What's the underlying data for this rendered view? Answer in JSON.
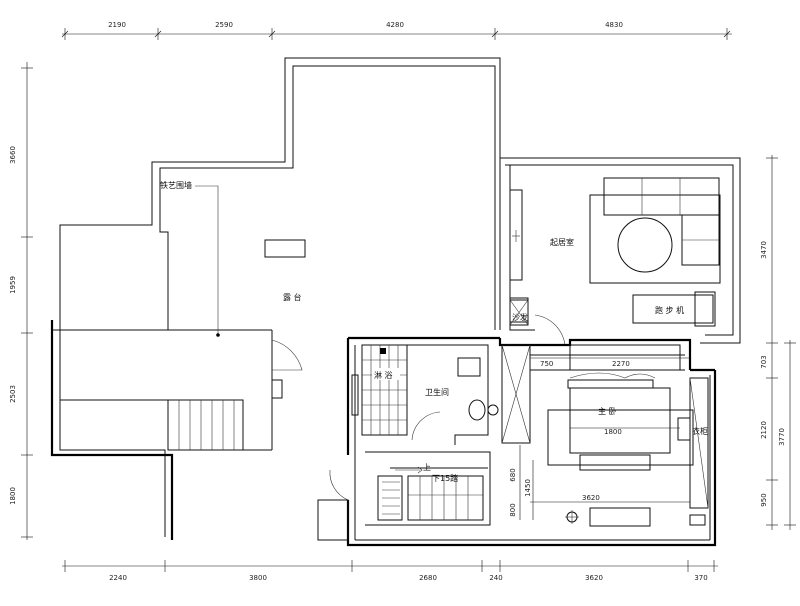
{
  "dimensions": {
    "top": [
      "2190",
      "2590",
      "4280",
      "4830"
    ],
    "bottom": [
      "2240",
      "3800",
      "2680",
      "240",
      "3620",
      "370"
    ],
    "left": [
      "3660",
      "1959",
      "2503",
      "1800"
    ],
    "right_inner": [
      "3470",
      "703",
      "2120",
      "950"
    ],
    "right_outer": "3770",
    "interior": [
      "750",
      "2270",
      "1800",
      "680",
      "1450",
      "800",
      "3620"
    ]
  },
  "labels": {
    "iron_fence": "铁艺围墙",
    "terrace": "露 台",
    "living_room": "起居室",
    "treadmill": "跑 步 机",
    "sofa": "沙发",
    "shower": "淋 浴",
    "bathroom": "卫生间",
    "master_bedroom": "主 卧",
    "wardrobe": "衣柜",
    "stairs_up": "上",
    "stairs_down": "下15踏"
  }
}
